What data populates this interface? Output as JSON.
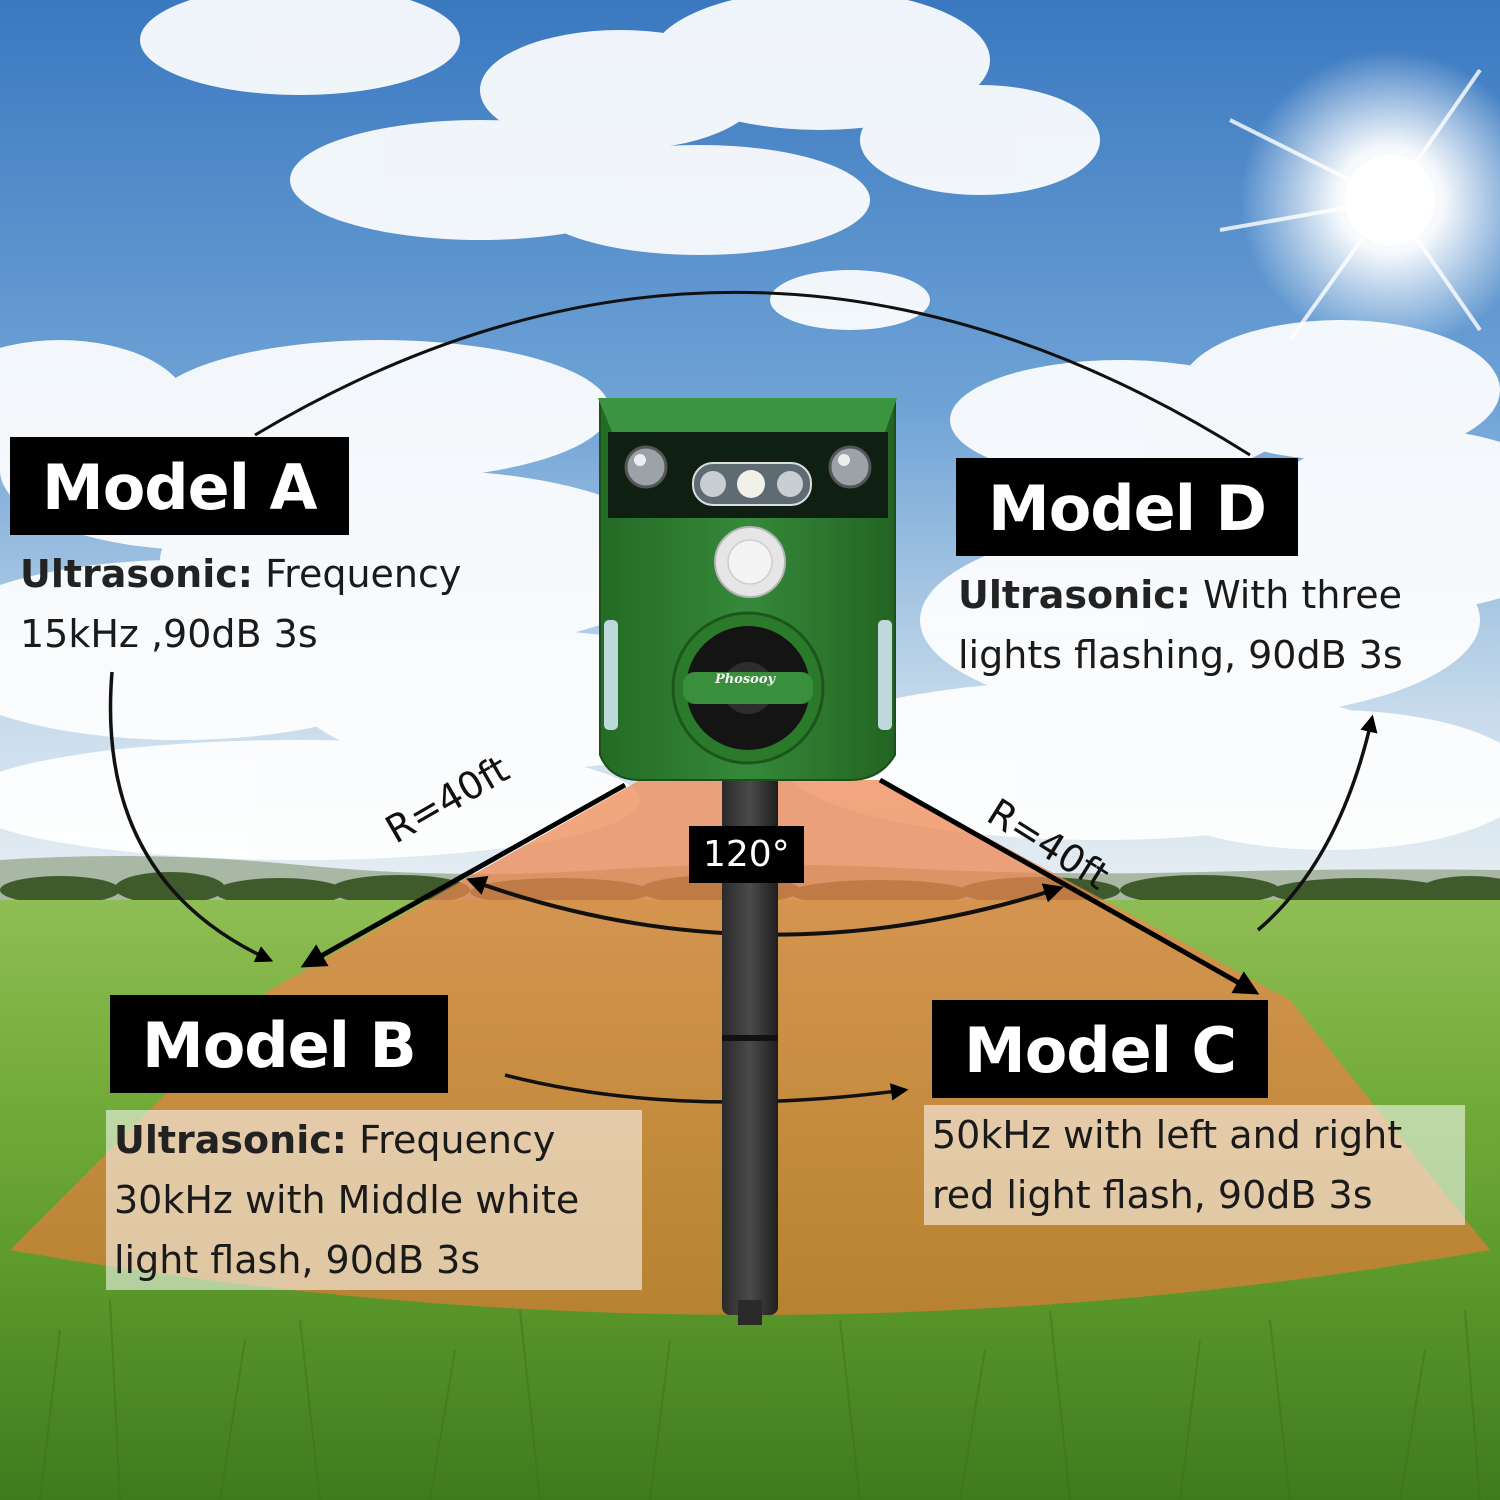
{
  "models": [
    {
      "id": "a",
      "title": "Model A",
      "label": "Ultrasonic:",
      "text": "Frequency 15kHz ,90dB 3s"
    },
    {
      "id": "b",
      "title": "Model B",
      "label": "Ultrasonic:",
      "text": "Frequency 30kHz with Middle white light flash, 90dB 3s"
    },
    {
      "id": "c",
      "title": "Model C",
      "label": "",
      "text": "50kHz with left and right red light flash, 90dB 3s"
    },
    {
      "id": "d",
      "title": "Model D",
      "label": "Ultrasonic:",
      "text": "With three lights flashing, 90dB 3s"
    }
  ],
  "range_left": "R=40ft",
  "range_right": "R=40ft",
  "angle": "120°",
  "brand": "Phosooy",
  "colors": {
    "sky_top": "#3f7fc4",
    "sky_bottom": "#dfe9f2",
    "grass": "#6aa534",
    "coverage_zone": "#e8874a",
    "device_body": "#2d7a2c",
    "badge_bg": "#000000",
    "badge_text": "#ffffff"
  },
  "icons": [
    "sun-icon",
    "pir-sensor-icon",
    "speaker-icon",
    "led-light-icon"
  ]
}
